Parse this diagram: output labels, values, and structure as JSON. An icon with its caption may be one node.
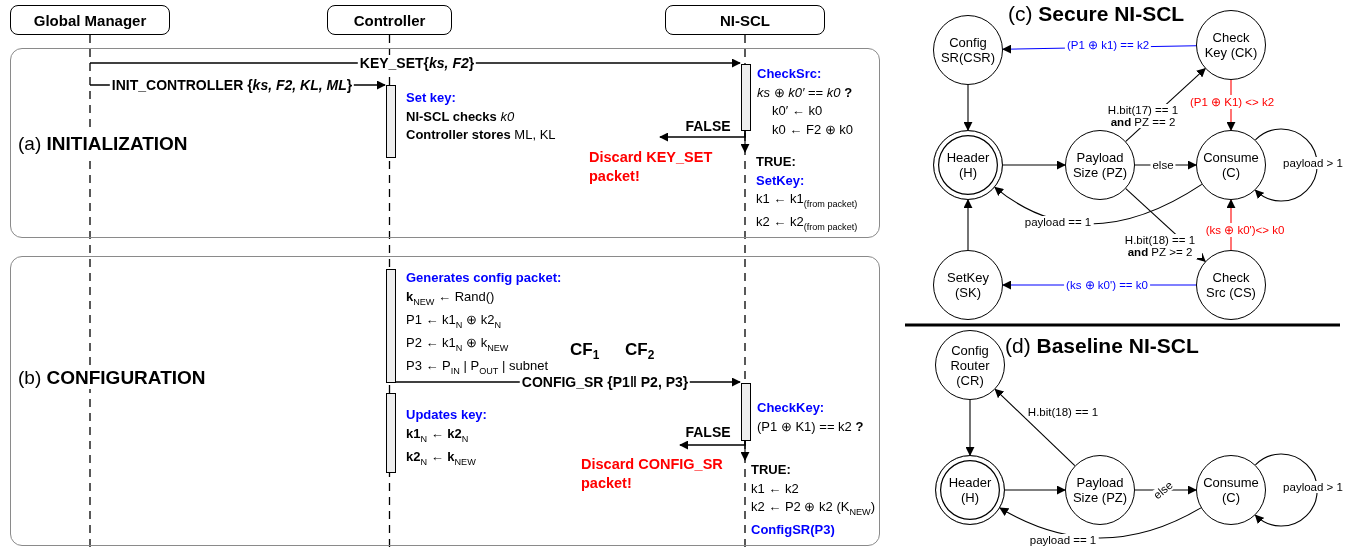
{
  "diagram": {
    "nodes": [
      {
        "text": [
          "Global Manager"
        ]
      },
      {
        "text": [
          "Controller"
        ]
      },
      {
        "text": [
          "NI-SCL"
        ]
      },
      {
        "text": [
          "(a) **INITIALIZATION**"
        ]
      },
      {
        "text": [],
        "shape": "bar",
        "in": 3,
        "beside": [
          "Set key:",
          "**NI-SCL checks** *k0*",
          "**Controller stores** ML, KL"
        ]
      },
      {
        "text": [],
        "shape": "bar",
        "in": 3,
        "beside": [
          "CheckSrc:",
          "*ks* ⊕ *k0′* == *k0* **?**",
          "k0′ ← k0",
          "k0 ← F2 ⊕ k0"
        ]
      },
      {
        "text": [
          "Discard KEY_SET packet!"
        ],
        "in": 3
      },
      {
        "text": [
          "TRUE:",
          "SetKey:",
          "k1 ← k1$_{(from packet)}$",
          "k2 ← k2$_{(from packet)}$"
        ],
        "in": 3
      },
      {
        "text": [
          "(b) **CONFIGURATION**"
        ]
      },
      {
        "text": [],
        "shape": "bar",
        "in": 8,
        "beside": [
          "Generates config packet:",
          "**k**$_{NEW}$ ← Rand()",
          "P1 ← k1$_{N}$ ⊕ k2$_{N}$",
          "P2 ← k1$_{N}$ ⊕ k$_{NEW}$",
          "P3 ← P$_{IN}$ | P$_{OUT}$ | subnet"
        ]
      },
      {
        "text": [],
        "shape": "bar",
        "in": 8,
        "beside": [
          "Updates key:",
          "**k1**$_{N}$ ← **k2**$_{N}$",
          "**k2**$_{N}$ ← **k**$_{NEW}$"
        ]
      },
      {
        "text": [],
        "shape": "bar",
        "in": 8,
        "beside": [
          "CheckKey:",
          "(P1 ⊕ K1) == k2 **?**"
        ]
      },
      {
        "text": [
          "Discard CONFIG_SR packet!"
        ],
        "in": 8
      },
      {
        "text": [
          "TRUE:",
          "k1 ← k2",
          "k2 ← P2 ⊕ k2 (K$_{NEW}$)",
          "ConfigSR(P3)"
        ],
        "in": 8
      },
      {
        "text": [
          "Config SR(CSR)"
        ]
      },
      {
        "text": [
          "Check Key (CK)"
        ]
      },
      {
        "text": [
          "Header (H)"
        ]
      },
      {
        "text": [
          "Payload Size (PZ)"
        ]
      },
      {
        "text": [
          "Consume (C)"
        ]
      },
      {
        "text": [
          "SetKey (SK)"
        ]
      },
      {
        "text": [
          "Check Src (CS)"
        ]
      },
      {
        "text": [
          "Config Router (CR)"
        ]
      },
      {
        "text": [
          "Header (H)"
        ]
      },
      {
        "text": [
          "Payload Size (PZ)"
        ]
      },
      {
        "text": [
          "Consume (C)"
        ]
      }
    ],
    "edges": [
      {
        "from": 0,
        "to": 5,
        "label": "KEY_SET{*ks, F2*}",
        "arrow": "to"
      },
      {
        "from": 0,
        "to": 4,
        "label": "INIT_CONTROLLER {*ks, F2, KL, ML*}",
        "arrow": "to"
      },
      {
        "from": 5,
        "to": 6,
        "label": "FALSE",
        "arrow": "to"
      },
      {
        "from": 5,
        "to": 7,
        "arrow": "to"
      },
      {
        "from": 9,
        "to": 11,
        "label": "CONFIG_SR {P1‖ P2, P3}",
        "arrow": "to"
      },
      {
        "from": 11,
        "to": 12,
        "label": "FALSE",
        "arrow": "to"
      },
      {
        "from": 11,
        "to": 13,
        "arrow": "to"
      },
      {
        "from": 15,
        "to": 14,
        "label": "(P1 ⊕ k1) == k2",
        "arrow": "to",
        "color": "#0000ff"
      },
      {
        "from": 14,
        "to": 16,
        "arrow": "to"
      },
      {
        "from": 16,
        "to": 17,
        "arrow": "to"
      },
      {
        "from": 17,
        "to": 15,
        "label": "H.bit(17) == 1 **and** PZ == 2",
        "arrow": "to"
      },
      {
        "from": 15,
        "to": 18,
        "label": "(P1 ⊕ K1) <> k2",
        "arrow": "to",
        "color": "#ff0000"
      },
      {
        "from": 17,
        "to": 18,
        "label": "else",
        "arrow": "to"
      },
      {
        "from": 18,
        "to": 18,
        "label": "payload > 1",
        "arrow": "to"
      },
      {
        "from": 18,
        "to": 16,
        "label": "payload == 1",
        "arrow": "to"
      },
      {
        "from": 17,
        "to": 20,
        "label": "H.bit(18) == 1 **and** PZ >= 2",
        "arrow": "to"
      },
      {
        "from": 20,
        "to": 18,
        "label": "(ks ⊕ k0')<> k0",
        "arrow": "to",
        "color": "#ff0000"
      },
      {
        "from": 20,
        "to": 19,
        "label": "(ks ⊕ k0') == k0",
        "arrow": "to",
        "color": "#0000ff"
      },
      {
        "from": 19,
        "to": 16,
        "arrow": "to"
      },
      {
        "from": 23,
        "to": 21,
        "label": "H.bit(18) == 1",
        "arrow": "to"
      },
      {
        "from": 21,
        "to": 22,
        "arrow": "to"
      },
      {
        "from": 22,
        "to": 23,
        "arrow": "to"
      },
      {
        "from": 23,
        "to": 24,
        "label": "else",
        "arrow": "to"
      },
      {
        "from": 24,
        "to": 24,
        "label": "payload > 1",
        "arrow": "to"
      },
      {
        "from": 24,
        "to": 22,
        "label": "payload == 1",
        "arrow": "to"
      }
    ],
    "labels": [
      "CF$_{1}$",
      "CF$_{2}$",
      "(c) **Secure NI-SCL**",
      "(d) **Baseline NI-SCL**"
    ]
  }
}
